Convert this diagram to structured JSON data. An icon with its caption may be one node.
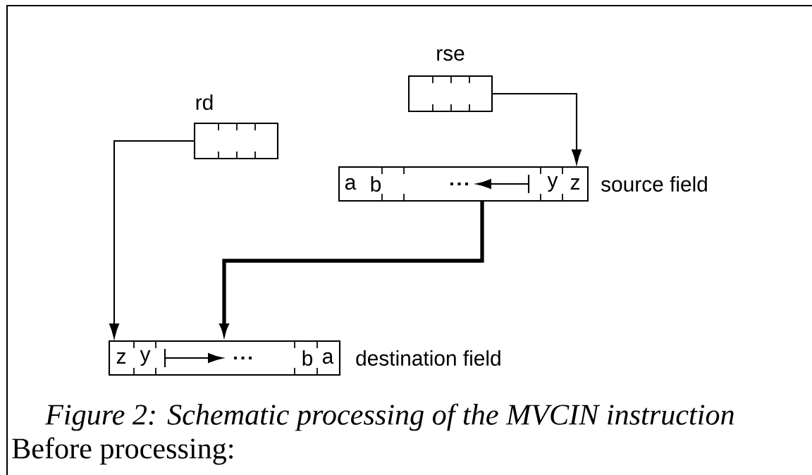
{
  "diagram": {
    "caption": "Figure 2: Schematic processing of the MVCIN instruction",
    "nodes": [
      {
        "text": [
          "rse"
        ]
      },
      {
        "text": [
          "rd"
        ]
      },
      {
        "text": [
          "a",
          "b",
          "y",
          "z"
        ],
        "beside": [
          "source field"
        ]
      },
      {
        "text": [
          "z",
          "y",
          "b",
          "a"
        ],
        "beside": [
          "destination field"
        ]
      }
    ],
    "edges": [
      {
        "from": 0,
        "to": 2,
        "arrow": "to"
      },
      {
        "from": 1,
        "to": 3,
        "arrow": "to"
      },
      {
        "from": 2,
        "to": 3,
        "arrow": "to",
        "style": "thick"
      }
    ],
    "labels": [
      "Before processing:"
    ]
  }
}
